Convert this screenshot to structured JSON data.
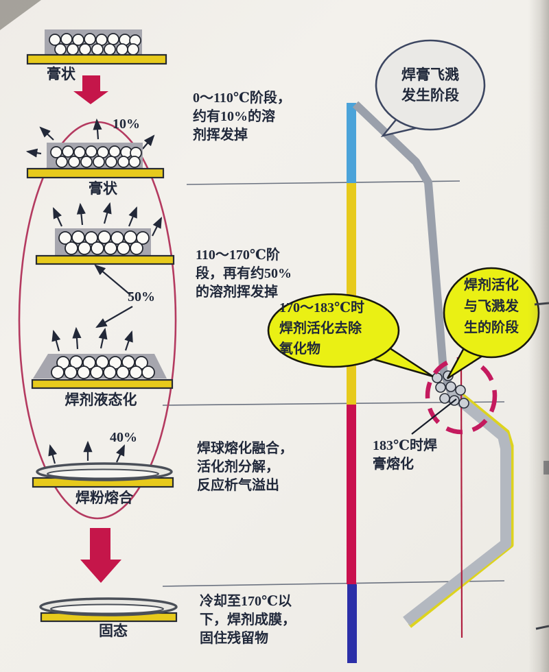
{
  "figure": {
    "description_domain": "solder paste reflow stages diagram"
  },
  "left_flow": {
    "stage1_label": "膏状",
    "stage2_label": "膏状",
    "stage2_percent": "10%",
    "stage3_percent": "50%",
    "stage4_label": "焊剂液态化",
    "stage5_percent": "40%",
    "stage5_label": "焊粉熔合",
    "stage6_label": "固态"
  },
  "notes": {
    "note1": "0～110℃阶段，\n约有10%的溶\n剂挥发掉",
    "note2": "110～170℃阶\n段，再有约50%\n的溶剂挥发掉",
    "note3": "焊球熔化融合，\n活化剂分解，\n反应析气溢出",
    "note4": "冷却至170℃以\n下，焊剂成膜，\n固住残留物",
    "note5": "183℃时焊\n膏熔化"
  },
  "callouts": {
    "spatter_stage": "焊膏飞溅\n发生阶段",
    "flux_activation": "170～183℃时\n焊剂活化去除\n氧化物",
    "flux_spatter_stage": "焊剂活化\n与飞溅发\n生的阶段"
  },
  "colors": {
    "bar_blue": "#4ba3d9",
    "bar_yellow": "#e7ca1c",
    "bar_red": "#c9104e",
    "bar_dark_blue": "#2b2fa8",
    "curve_gray": "#9aa0ab",
    "curve_gray_light": "#b3b8c0",
    "curve_yellow_edge": "#ddd31e",
    "bubble_yellow": "#eaf014",
    "bubble_gray": "#eae9e6",
    "dashed_circle": "#c41a5e",
    "flow_ellipse": "#b43a60",
    "arrow_red": "#c5164a",
    "slab_gray": "#a6a6ae",
    "board_yellow": "#e7ca1c",
    "red_marker_line": "#b02040",
    "divider_line": "#6b7280"
  }
}
